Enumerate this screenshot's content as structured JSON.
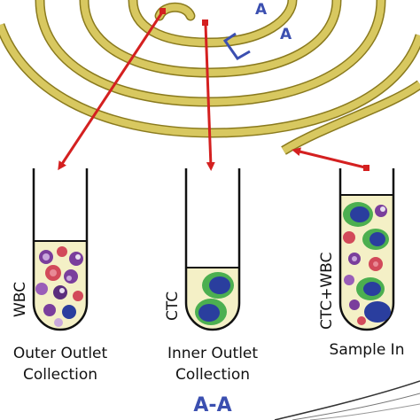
{
  "section_marker": {
    "letter_1": "A",
    "letter_2": "A"
  },
  "tubes": [
    {
      "id": "outer",
      "side_label": "WBC",
      "caption_line1": "Outer Outlet",
      "caption_line2": "Collection",
      "contents": "WBC"
    },
    {
      "id": "inner",
      "side_label": "CTC",
      "caption_line1": "Inner Outlet",
      "caption_line2": "Collection",
      "contents": "CTC"
    },
    {
      "id": "sample",
      "side_label": "CTC+WBC",
      "caption_line1": "Sample In",
      "caption_line2": "",
      "contents": "CTC+WBC"
    }
  ],
  "section_title": "A-A",
  "colors": {
    "channel": "#d8c860",
    "channel_edge": "#8a7a1e",
    "arrow": "#d42020",
    "marker": "#3b4fb0",
    "fluid": "#f4f0c6",
    "ctc_blue": "#2a3e9e",
    "ctc_green": "#4caf50",
    "wbc_purple": "#7a3e9c",
    "rbc_red": "#d24a5a"
  }
}
